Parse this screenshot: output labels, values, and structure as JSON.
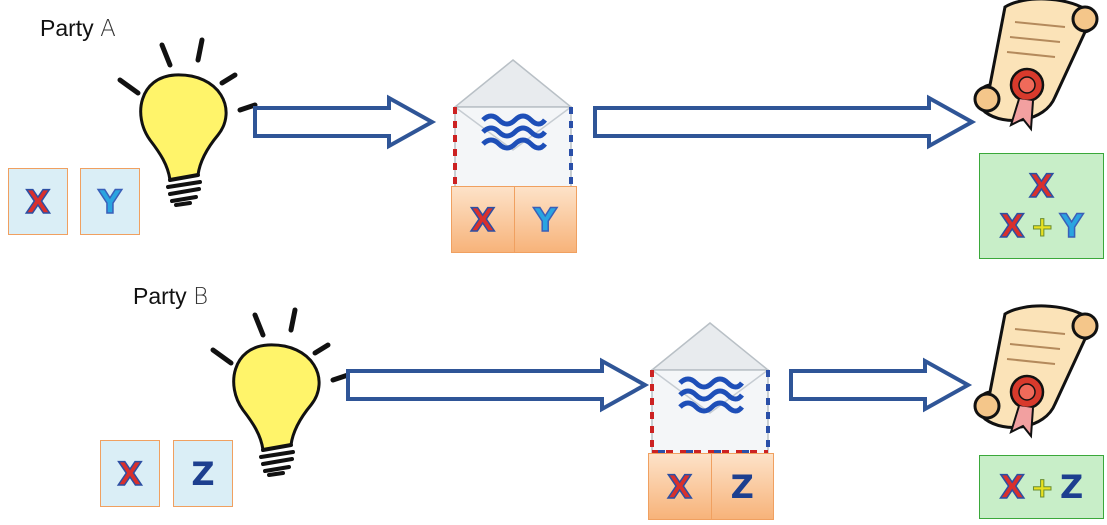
{
  "party_a": {
    "label_word": "Party",
    "label_letter": "A",
    "inputs": [
      "X",
      "Y"
    ],
    "envelope_cells": [
      "X",
      "Y"
    ],
    "result_line1": "X",
    "result_line2": {
      "left": "X",
      "op": "+",
      "right": "Y"
    }
  },
  "party_b": {
    "label_word": "Party",
    "label_letter": "B",
    "inputs": [
      "X",
      "Z"
    ],
    "envelope_cells": [
      "X",
      "Z"
    ],
    "result_line1": {
      "left": "X",
      "op": "+",
      "right": "Z"
    }
  },
  "colors": {
    "arrow_stroke": "#2f5597",
    "input_fill": "#daeef6",
    "box_border": "#f0a060",
    "result_fill": "#c8eec8",
    "result_border": "#3aa83a",
    "bulb": "#fff46a"
  },
  "icons": [
    "lightbulb-icon",
    "envelope-icon",
    "scroll-certificate-icon",
    "arrow-right-icon"
  ]
}
